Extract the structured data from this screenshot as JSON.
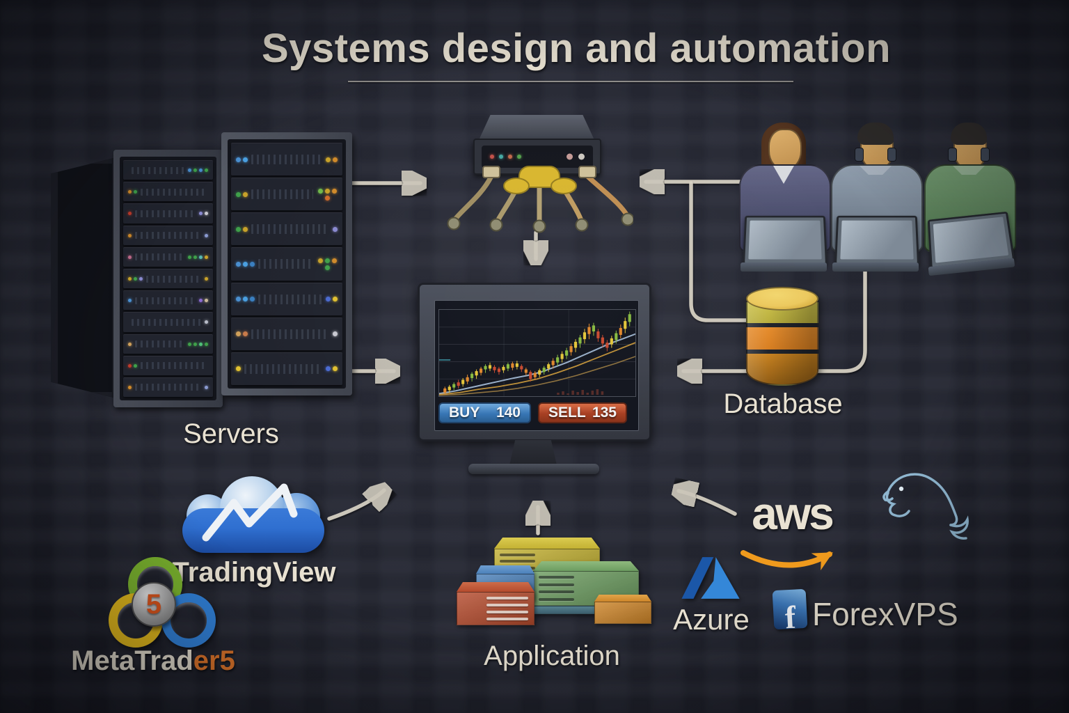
{
  "title": "Systems design and automation",
  "colors": {
    "chalk": "#e9e2d2",
    "line": "#d8d2c4",
    "tv-blue": "#2f6fd0",
    "aws-orange": "#ef9a1d",
    "azure-blue": "#3487d8",
    "mt5-green": "#7ab22e",
    "mt5-yellow": "#e5bb1c",
    "mt5-blue": "#3181d8",
    "mt5-five": "#d8541c",
    "buy-blue": "#3574b4",
    "sell-red": "#a63d20",
    "db-yellow": "#ecc95e",
    "db-green": "#cdc24a",
    "db-orange": "#e68c2c"
  },
  "servers": {
    "label": "Servers",
    "rack1_units": [
      {
        "l": [],
        "r": [
          "#4a8fd0",
          "#3fa04a",
          "#4a8fd0",
          "#3fa04a"
        ]
      },
      {
        "l": [
          "#d08a2a",
          "#3fa04a"
        ],
        "r": []
      },
      {
        "l": [
          "#c03a2a"
        ],
        "r": [
          "#8a8ad0",
          "#c8c8d0"
        ]
      },
      {
        "l": [
          "#d08a2a"
        ],
        "r": [
          "#8a9ad0"
        ]
      },
      {
        "l": [
          "#c06a8a"
        ],
        "r": [
          "#3fa04a",
          "#3fa04a",
          "#58b8b0",
          "#c8a22a"
        ]
      },
      {
        "l": [
          "#c8a22a",
          "#3fa04a",
          "#8a8ad0"
        ],
        "r": [
          "#c8a22a"
        ]
      },
      {
        "l": [
          "#4a8fd0"
        ],
        "r": [
          "#8a6ad0",
          "#c8b89a"
        ]
      },
      {
        "l": [],
        "r": [
          "#b8bcc8"
        ]
      },
      {
        "l": [
          "#d0a05a"
        ],
        "r": [
          "#3fa04a",
          "#3fa04a",
          "#50c078",
          "#3fa04a"
        ]
      },
      {
        "l": [
          "#c03a2a",
          "#3fa04a"
        ],
        "r": []
      },
      {
        "l": [
          "#d08a2a"
        ],
        "r": [
          "#8a9ad0"
        ]
      }
    ],
    "rack2_units": [
      {
        "l": [
          "#4a8fd0",
          "#4a9fe0"
        ],
        "r": [
          "#c8a22a",
          "#d08a2a"
        ]
      },
      {
        "l": [
          "#3fa04a",
          "#c8a22a"
        ],
        "r": [
          "#70b84a",
          "#c8a22a",
          "#d08a2a",
          "#d06a2a"
        ]
      },
      {
        "l": [
          "#3fa04a",
          "#c8a22a"
        ],
        "r": [
          "#8a8ad0"
        ]
      },
      {
        "l": [
          "#4a8fd0",
          "#4a9fe0",
          "#3a7fc0"
        ],
        "r": [
          "#c8a22a",
          "#3fa04a",
          "#d08a2a",
          "#3fa04a"
        ]
      },
      {
        "l": [
          "#4a8fd0",
          "#4a9fe0",
          "#3a7fc0"
        ],
        "r": [
          "#4a6ad0",
          "#e0c030"
        ]
      },
      {
        "l": [
          "#d0a05a",
          "#c87a4a"
        ],
        "r": [
          "#c8c8d0"
        ]
      },
      {
        "l": [
          "#e0c030"
        ],
        "r": [
          "#4a6ad0",
          "#e0c030"
        ]
      }
    ]
  },
  "hub": {
    "icon": "network-hub-icon",
    "leds": [
      "#c25048",
      "#45a8a2",
      "#c2684a",
      "#55a04c"
    ],
    "buttons": [
      "#c49a96",
      "#ccc8c0"
    ]
  },
  "team": {
    "members": [
      {
        "label": "analyst-woman",
        "shirt": "#4b4e74",
        "hair": "#53341f",
        "headphones": false,
        "woman": true
      },
      {
        "label": "analyst-headset-1",
        "shirt": "#7e8ea0",
        "hair": "#2f2c2a",
        "headphones": true,
        "woman": false
      },
      {
        "label": "analyst-headset-2",
        "shirt": "#5d8b5b",
        "hair": "#2f2c2a",
        "headphones": true,
        "woman": false
      }
    ]
  },
  "database": {
    "label": "Database"
  },
  "monitor": {
    "buy_label": "BUY",
    "buy_value": "140",
    "sell_label": "SELL",
    "sell_value": "135"
  },
  "chart_data": {
    "type": "candlestick",
    "title": "Rising price chart shown on trading monitor",
    "color_map": {
      "r": "#c8492f",
      "o": "#e0872c",
      "y": "#e2c438",
      "g": "#86b93f"
    },
    "candles_format": "[wick_low, body_low, body_high, wick_high, color] in % of chart height",
    "candles": [
      [
        2,
        4,
        9,
        11,
        "o"
      ],
      [
        4,
        7,
        11,
        13,
        "y"
      ],
      [
        7,
        10,
        14,
        16,
        "g"
      ],
      [
        9,
        12,
        16,
        19,
        "r"
      ],
      [
        11,
        14,
        19,
        21,
        "y"
      ],
      [
        14,
        17,
        22,
        25,
        "o"
      ],
      [
        17,
        21,
        26,
        28,
        "g"
      ],
      [
        20,
        24,
        29,
        31,
        "y"
      ],
      [
        24,
        27,
        32,
        34,
        "o"
      ],
      [
        27,
        31,
        35,
        37,
        "g"
      ],
      [
        29,
        32,
        36,
        39,
        "y"
      ],
      [
        27,
        30,
        34,
        36,
        "r"
      ],
      [
        25,
        28,
        32,
        34,
        "r"
      ],
      [
        27,
        30,
        34,
        36,
        "y"
      ],
      [
        29,
        32,
        37,
        39,
        "g"
      ],
      [
        30,
        33,
        38,
        40,
        "o"
      ],
      [
        31,
        34,
        38,
        41,
        "y"
      ],
      [
        28,
        31,
        35,
        37,
        "r"
      ],
      [
        24,
        27,
        31,
        33,
        "o"
      ],
      [
        17,
        20,
        28,
        30,
        "r"
      ],
      [
        19,
        22,
        27,
        29,
        "o"
      ],
      [
        22,
        25,
        30,
        32,
        "y"
      ],
      [
        25,
        28,
        33,
        35,
        "g"
      ],
      [
        28,
        32,
        37,
        39,
        "y"
      ],
      [
        32,
        36,
        41,
        44,
        "o"
      ],
      [
        35,
        39,
        45,
        48,
        "g"
      ],
      [
        39,
        43,
        49,
        52,
        "y"
      ],
      [
        43,
        47,
        53,
        56,
        "g"
      ],
      [
        47,
        51,
        58,
        61,
        "o"
      ],
      [
        51,
        56,
        63,
        66,
        "y"
      ],
      [
        56,
        61,
        68,
        71,
        "g"
      ],
      [
        61,
        66,
        74,
        78,
        "y"
      ],
      [
        66,
        72,
        80,
        84,
        "o"
      ],
      [
        70,
        75,
        82,
        85,
        "g"
      ],
      [
        63,
        67,
        75,
        78,
        "r"
      ],
      [
        57,
        61,
        68,
        71,
        "r"
      ],
      [
        52,
        56,
        62,
        65,
        "r"
      ],
      [
        56,
        60,
        67,
        70,
        "y"
      ],
      [
        61,
        65,
        73,
        76,
        "g"
      ],
      [
        67,
        71,
        79,
        83,
        "o"
      ],
      [
        73,
        78,
        87,
        91,
        "y"
      ],
      [
        81,
        86,
        95,
        98,
        "g"
      ]
    ],
    "ma_lines": [
      {
        "name": "ma-fast",
        "color": "#a7c0dc",
        "width": 2,
        "points": [
          [
            0,
            3
          ],
          [
            8,
            6
          ],
          [
            16,
            10
          ],
          [
            24,
            14
          ],
          [
            30,
            17
          ],
          [
            38,
            21
          ],
          [
            45,
            24
          ],
          [
            52,
            28
          ],
          [
            58,
            33
          ],
          [
            65,
            39
          ],
          [
            72,
            46
          ],
          [
            80,
            54
          ],
          [
            87,
            61
          ],
          [
            93,
            66
          ],
          [
            100,
            72
          ]
        ]
      },
      {
        "name": "ma-mid",
        "color": "#cf9b3a",
        "width": 1.8,
        "points": [
          [
            0,
            2
          ],
          [
            10,
            4
          ],
          [
            20,
            8
          ],
          [
            30,
            11
          ],
          [
            40,
            15
          ],
          [
            50,
            20
          ],
          [
            60,
            27
          ],
          [
            70,
            35
          ],
          [
            80,
            44
          ],
          [
            90,
            53
          ],
          [
            100,
            62
          ]
        ]
      },
      {
        "name": "ma-slow",
        "color": "#9a7a40",
        "width": 1.6,
        "points": [
          [
            0,
            1
          ],
          [
            10,
            2
          ],
          [
            20,
            4
          ],
          [
            30,
            6
          ],
          [
            40,
            9
          ],
          [
            50,
            13
          ],
          [
            60,
            18
          ],
          [
            70,
            24
          ],
          [
            80,
            31
          ],
          [
            90,
            38
          ],
          [
            100,
            46
          ]
        ]
      }
    ],
    "grid": {
      "h_pct": [
        20,
        40,
        60,
        80
      ],
      "v_pct": [
        33,
        66
      ]
    },
    "left_tick": {
      "color": "#3f9fae",
      "pct": 42
    },
    "volume": {
      "color": "#8a3a2e",
      "bars": [
        3,
        5,
        2,
        6,
        4,
        7,
        3,
        6,
        8,
        5
      ]
    },
    "legend_position": "none",
    "ylim": [
      0,
      100
    ]
  },
  "tradingview": {
    "label": "TradingView",
    "icon": "tradingview-cloud-icon"
  },
  "metatrader": {
    "label_main": "MetaTrad",
    "label_accent": "er5",
    "five": "5",
    "icon": "metatrader5-icon"
  },
  "application": {
    "label": "Application",
    "containers": [
      {
        "color": "#c3b133",
        "top": "#dccc50",
        "vents": "left",
        "vent_shade": "dark"
      },
      {
        "color": "#6d9d61",
        "top": "#8fba7e",
        "vents": "left",
        "vent_shade": "dark",
        "base": true
      },
      {
        "color": "#4c81ba",
        "top": "#6f9fd2",
        "vents": "none"
      },
      {
        "color": "#b54b2d",
        "top": "#cd6c49",
        "vents": "right",
        "vent_shade": "light"
      },
      {
        "color": "#cd8529",
        "top": "#e2a54a",
        "vents": "none"
      }
    ]
  },
  "aws": {
    "label": "aws",
    "icon": "aws-smile-arrow-icon"
  },
  "azure": {
    "label": "Azure",
    "icon": "azure-logo-icon"
  },
  "forexvps": {
    "label": "ForexVPS",
    "icon_letter": "f",
    "icon": "facebook-f-icon"
  },
  "mysql": {
    "icon": "mysql-dolphin-icon"
  }
}
